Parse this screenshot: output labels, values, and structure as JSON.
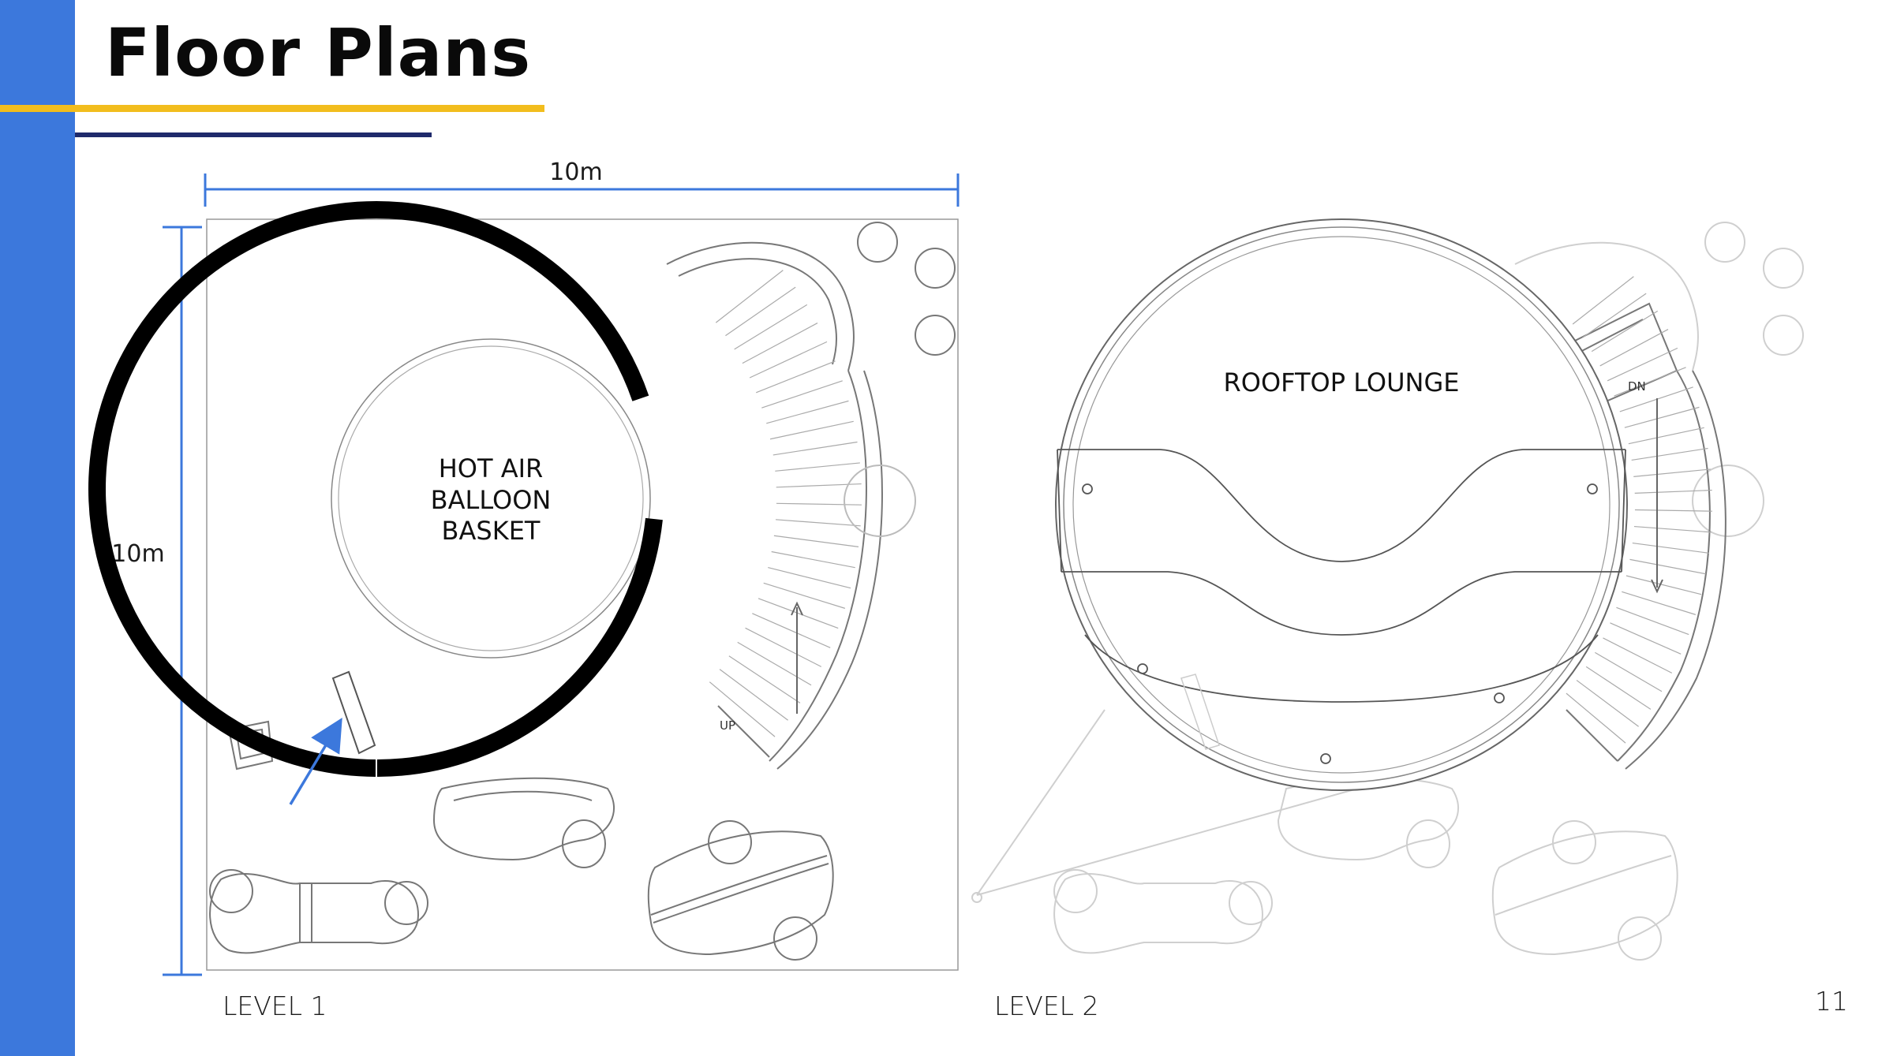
{
  "slide": {
    "title": "Floor Plans",
    "page_number": "11",
    "colors": {
      "sidebar": "#3c78dc",
      "accent_yellow": "#f2bd1d",
      "accent_navy": "#1f2a6b",
      "dimension": "#3c78dc"
    }
  },
  "level1": {
    "caption": "LEVEL 1",
    "dim_width": "10m",
    "dim_height": "10m",
    "basket_label": [
      "HOT AIR",
      "BALLOON",
      "BASKET"
    ],
    "stair_label": "UP"
  },
  "level2": {
    "caption": "LEVEL 2",
    "room_label": "ROOFTOP LOUNGE",
    "stair_label": "DN"
  }
}
